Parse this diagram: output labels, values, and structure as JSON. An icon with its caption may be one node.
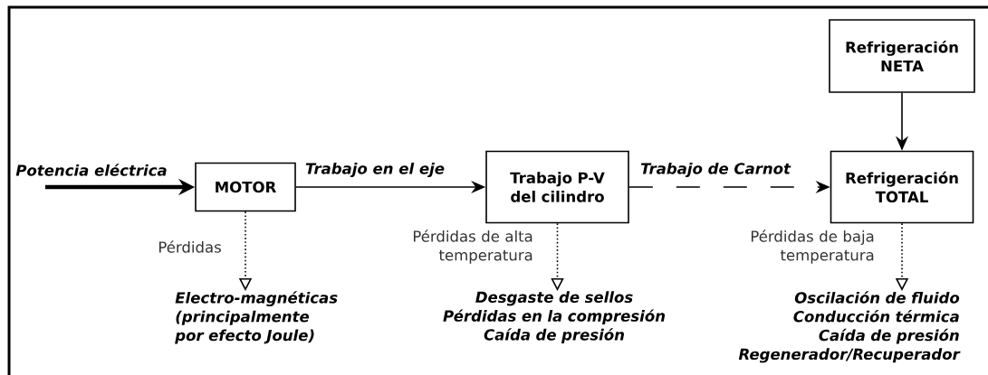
{
  "diagram": {
    "nodes": [
      {
        "text": [
          "MOTOR"
        ]
      },
      {
        "text": [
          "Trabajo P-V del cilindro"
        ]
      },
      {
        "text": [
          "Refrigeración NETA"
        ]
      },
      {
        "text": [
          "Refrigeración TOTAL"
        ]
      },
      {
        "text": [
          "Electro-magnéticas (principalmente por efecto Joule)"
        ]
      },
      {
        "text": [
          "Desgaste de sellos Pérdidas en la compresión Caída de presión"
        ]
      },
      {
        "text": [
          "Oscilación de fluido Conducción térmica Caída de presión Regenerador/Recuperador"
        ]
      }
    ],
    "edges": [
      {
        "from": null,
        "to": 0,
        "arrow": "to",
        "label": "Potencia eléctrica",
        "style": "thick"
      },
      {
        "from": 0,
        "to": 1,
        "arrow": "to",
        "label": "Trabajo en el eje"
      },
      {
        "from": 1,
        "to": 3,
        "arrow": "to",
        "label": "Trabajo de Carnot",
        "style": "dashed"
      },
      {
        "from": 2,
        "to": 3,
        "arrow": "to"
      },
      {
        "from": 0,
        "to": 4,
        "arrow": "to",
        "label": "Pérdidas",
        "style": "dashed"
      },
      {
        "from": 1,
        "to": 5,
        "arrow": "to",
        "label": "Pérdidas de alta temperatura",
        "style": "dashed"
      },
      {
        "from": 3,
        "to": 6,
        "arrow": "to",
        "label": "Pérdidas de baja temperatura",
        "style": "dashed"
      }
    ]
  }
}
